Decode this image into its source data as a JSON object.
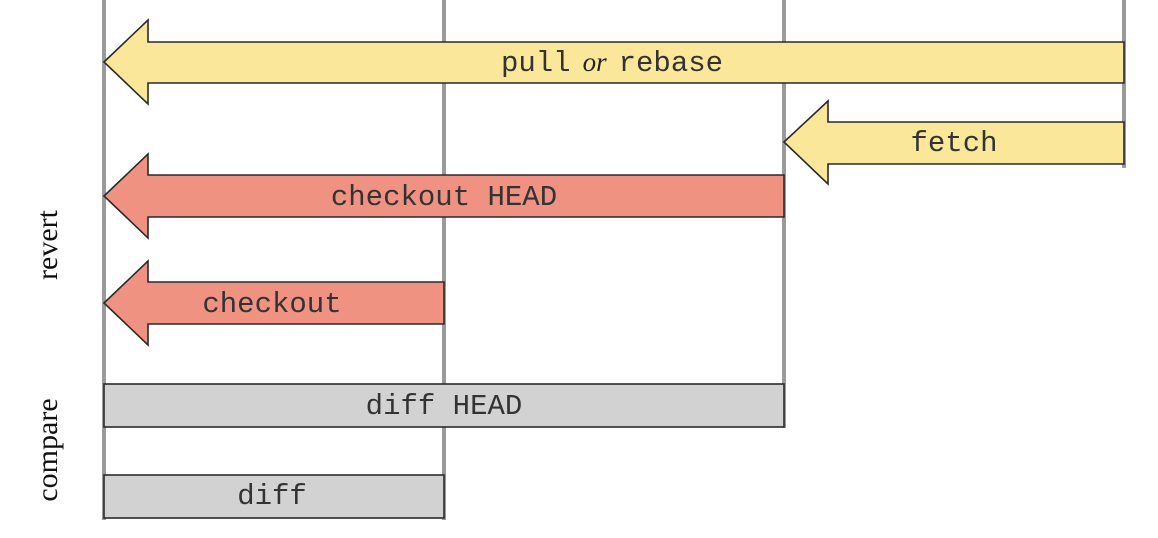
{
  "lanes": [
    "lane-1",
    "lane-2",
    "lane-3",
    "lane-4"
  ],
  "operations": {
    "pull": {
      "pre": "pull",
      "mid": "or",
      "post": "rebase"
    },
    "fetch": {
      "label": "fetch"
    },
    "checkout_head": {
      "label": "checkout HEAD"
    },
    "checkout": {
      "label": "checkout"
    },
    "diff_head": {
      "label": "diff HEAD"
    },
    "diff": {
      "label": "diff"
    }
  },
  "groups": {
    "revert": "revert",
    "compare": "compare"
  },
  "colors": {
    "sync": "#fbe79a",
    "revert": "#ef9282",
    "compare": "#d2d2d2",
    "lane_line": "#9a9a9a"
  }
}
